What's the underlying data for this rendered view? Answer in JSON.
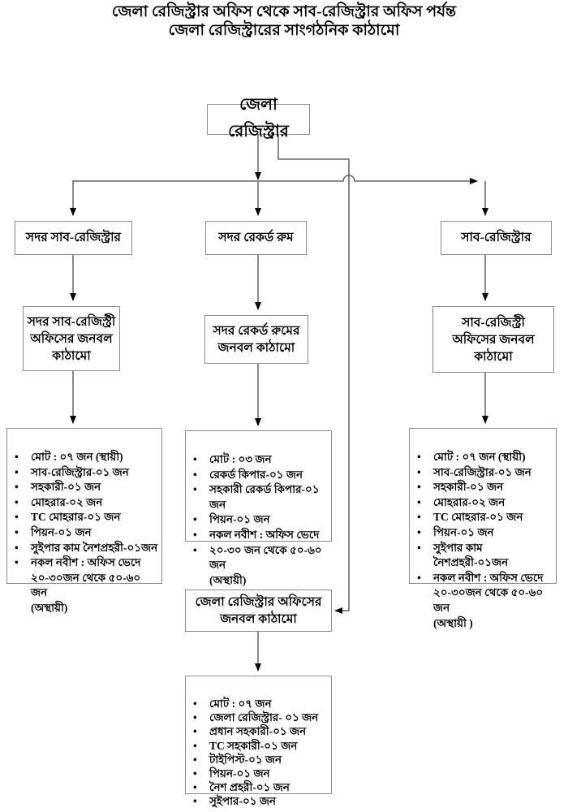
{
  "header": {
    "title_line1": "জেলা রেজিস্ট্রার অফিস থেকে সাব-রেজিস্ট্রার অফিস পর্যন্ত",
    "title_line2": "জেলা রেজিস্ট্রারের সাংগঠনিক কাঠামো"
  },
  "colors": {
    "background": "#ffffff",
    "text": "#000000",
    "box_border": "#8c8c8c",
    "connector_line": "#4a4a4a",
    "arrowhead": "#000000"
  },
  "diagram": {
    "root": {
      "label": "জেলা রেজিস্ট্রার"
    },
    "branches": [
      {
        "node_label": "সদর সাব-রেজিস্ট্রার",
        "staff_box_label": "সদর সাব-রেজিস্ট্রী\nঅফিসের জনবল\nকাঠামো",
        "staff_list": [
          "মোট : ০৭ জন (স্থায়ী)",
          "সাব-রেজিস্ট্রার-০১ জন",
          "সহকারী-০১ জন",
          "মোহরার-০২ জন",
          "TC মোহরার-০১ জন",
          "পিয়ন-০১ জন",
          "সুইপার কাম নৈশপ্রহরী-০১জন",
          "নকল নবীশ : অফিস ভেদে\n২০-৩০জন থেকে ৫০-৬০ জন\n(অস্থায়ী)"
        ]
      },
      {
        "node_label": "সদর রেকর্ড রুম",
        "staff_box_label": "সদর রেকর্ড রুমের\nজনবল কাঠামো",
        "staff_list": [
          "মোট : ০৩ জন",
          "রেকর্ড কিপার-০১ জন",
          "সহকারী রেকর্ড কিপার-০১ জন",
          "পিয়ন-০১ জন",
          "নকল নবীশ : অফিস ভেদে",
          "২০-৩০ জন থেকে ৫০-৬০ জন\n(অস্থায়ী)"
        ]
      },
      {
        "node_label": "সাব-রেজিস্ট্রার",
        "staff_box_label": "সাব-রেজিস্ট্রী\nঅফিসের জনবল\nকাঠামো",
        "staff_list": [
          "মোট : ০৭ জন (স্থায়ী)",
          "সাব-রেজিস্ট্রার-০১ জন",
          "সহকারী-০১ জন",
          "মোহরার-০২ জন",
          "TC মোহরার-০১ জন",
          "পিয়ন-০১ জন",
          "সুইপার কাম নৈশপ্রহরী-০১জন",
          "নকল নবীশ : অফিস ভেদে\n২০-৩০জন থেকে ৫০-৬০ জন\n(অস্থায়ী )"
        ]
      }
    ],
    "district_office": {
      "staff_box_label": "জেলা রেজিস্ট্রার অফিসের\nজনবল কাঠামো",
      "staff_list": [
        "মোট : ০৭ জন",
        "জেলা রেজিস্ট্রার- ০১ জন",
        "প্রধান সহকারী-০১ জন",
        "TC সহকারী-০১ জন",
        "টাইপিস্ট-০১ জন",
        "পিয়ন-০১ জন",
        "নৈশ প্রহরী-০১ জন",
        "সুইপার-০১ জন"
      ]
    }
  }
}
